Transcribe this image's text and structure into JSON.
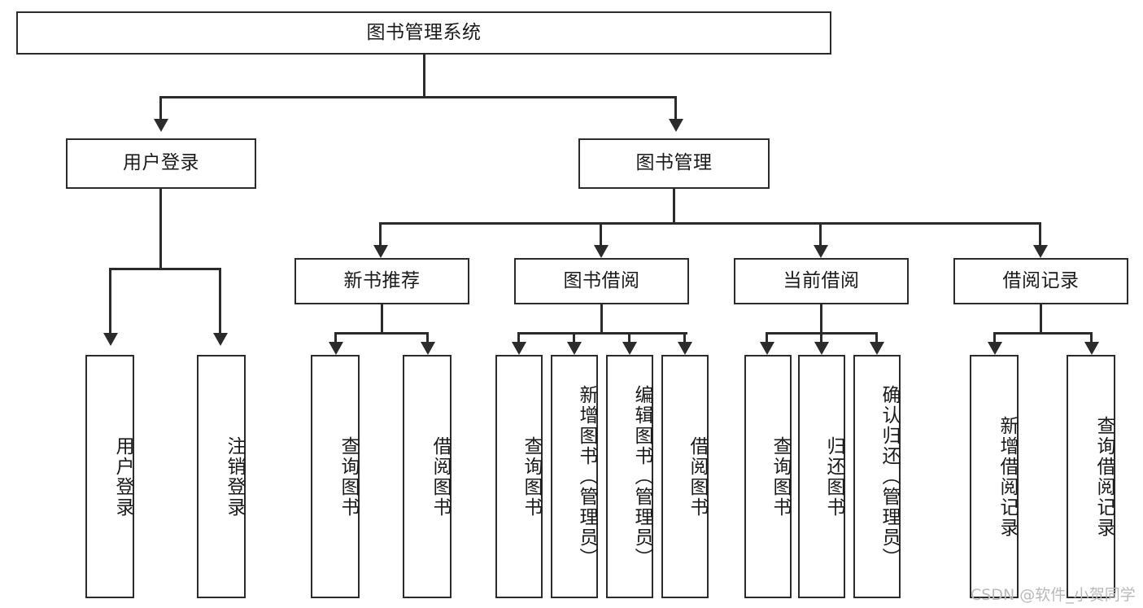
{
  "diagram": {
    "title": "图书管理系统",
    "type": "hierarchy-tree",
    "root": {
      "id": "root",
      "label": "图书管理系统",
      "orientation": "horizontal"
    },
    "level2": [
      {
        "id": "user-login",
        "label": "用户登录",
        "orientation": "horizontal"
      },
      {
        "id": "book-manage",
        "label": "图书管理",
        "orientation": "horizontal"
      }
    ],
    "level3": [
      {
        "id": "new-book-recommend",
        "label": "新书推荐",
        "orientation": "horizontal",
        "parent": "book-manage"
      },
      {
        "id": "book-borrow",
        "label": "图书借阅",
        "orientation": "horizontal",
        "parent": "book-manage"
      },
      {
        "id": "current-borrow",
        "label": "当前借阅",
        "orientation": "horizontal",
        "parent": "book-manage"
      },
      {
        "id": "borrow-record",
        "label": "借阅记录",
        "orientation": "horizontal",
        "parent": "book-manage"
      }
    ],
    "leaves": {
      "user_login": [
        {
          "id": "leaf-user-login",
          "label": "用户登录"
        },
        {
          "id": "leaf-user-logout",
          "label": "注销登录"
        }
      ],
      "new_book_recommend": [
        {
          "id": "leaf-query-book-1",
          "label": "查询图书"
        },
        {
          "id": "leaf-borrow-book-1",
          "label": "借阅图书"
        }
      ],
      "book_borrow": [
        {
          "id": "leaf-query-book-2",
          "label": "查询图书"
        },
        {
          "id": "leaf-add-book",
          "label": "新增图书（管理员）"
        },
        {
          "id": "leaf-edit-book",
          "label": "编辑图书（管理员）"
        },
        {
          "id": "leaf-borrow-book-2",
          "label": "借阅图书"
        }
      ],
      "current_borrow": [
        {
          "id": "leaf-query-book-3",
          "label": "查询图书"
        },
        {
          "id": "leaf-return-book",
          "label": "归还图书"
        },
        {
          "id": "leaf-confirm-return",
          "label": "确认归还（管理员）"
        }
      ],
      "borrow_record": [
        {
          "id": "leaf-add-record",
          "label": "新增借阅记录"
        },
        {
          "id": "leaf-query-record",
          "label": "查询借阅记录"
        }
      ]
    }
  },
  "watermark": {
    "text": "CSDN @软件_小贺同学"
  },
  "colors": {
    "stroke": "#2b2b2b",
    "background": "#ffffff",
    "text": "#1a1a1a",
    "watermark": "#b9b9b9"
  }
}
